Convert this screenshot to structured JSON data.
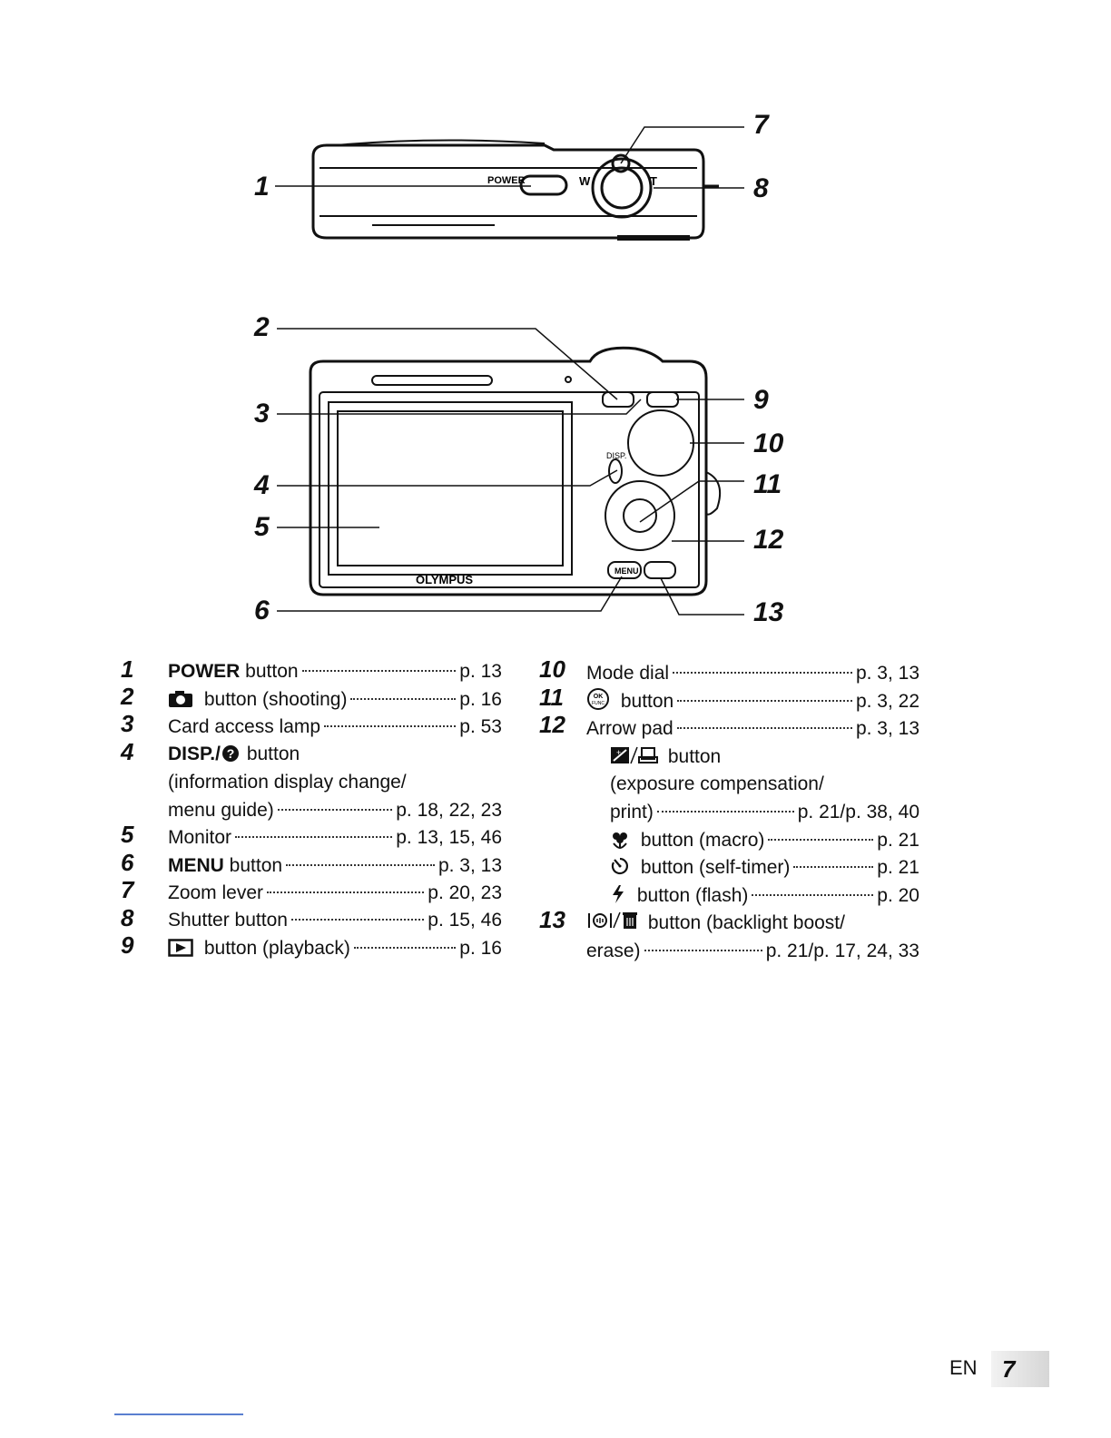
{
  "diagram": {
    "power_label": "POWER",
    "zoom_w": "W",
    "zoom_t": "T",
    "brand": "OLYMPUS",
    "disp_label": "DISP.",
    "menu_label": "MENU",
    "callouts": [
      "1",
      "2",
      "3",
      "4",
      "5",
      "6",
      "7",
      "8",
      "9",
      "10",
      "11",
      "12",
      "13"
    ]
  },
  "left_items": [
    {
      "num": "1",
      "label_bold": "POWER",
      "label": " button",
      "ref": "p. 13"
    },
    {
      "num": "2",
      "icon": "camera-icon",
      "label": " button (shooting)",
      "ref": "p. 16"
    },
    {
      "num": "3",
      "label": "Card access lamp",
      "ref": "p. 53"
    },
    {
      "num": "4",
      "label_bold": "DISP./",
      "icon": "help-icon",
      "label": " button"
    },
    {
      "line": "(information display change/"
    },
    {
      "label": "menu guide)",
      "ref": "p. 18, 22, 23"
    },
    {
      "num": "5",
      "label": "Monitor",
      "ref": "p. 13, 15, 46"
    },
    {
      "num": "6",
      "label_bold": "MENU",
      "label": " button",
      "ref": "p. 3, 13"
    },
    {
      "num": "7",
      "label": "Zoom lever",
      "ref": "p. 20, 23"
    },
    {
      "num": "8",
      "label": "Shutter button",
      "ref": "p. 15, 46"
    },
    {
      "num": "9",
      "icon": "playback-icon",
      "label": " button (playback)",
      "ref": "p. 16"
    }
  ],
  "right_items": [
    {
      "num": "10",
      "label": "Mode dial",
      "ref": "p. 3, 13"
    },
    {
      "num": "11",
      "icon": "ok-func-icon",
      "label": " button",
      "ref": "p. 3, 22"
    },
    {
      "num": "12",
      "label": "Arrow pad",
      "ref": "p. 3, 13"
    },
    {
      "icon": "exposure-print-icon",
      "label": " button"
    },
    {
      "line": "(exposure compensation/"
    },
    {
      "label": "print)",
      "ref": "p. 21/p. 38, 40"
    },
    {
      "icon": "macro-icon",
      "label": " button (macro)",
      "ref": "p. 21"
    },
    {
      "icon": "self-timer-icon",
      "label": " button (self-timer)",
      "ref": "p. 21"
    },
    {
      "icon": "flash-icon",
      "label": " button (flash)",
      "ref": "p. 20"
    },
    {
      "num": "13",
      "icon": "backlight-erase-icon",
      "label": " button (backlight boost/"
    },
    {
      "label": "erase)",
      "ref": "p. 21/p. 17, 24, 33"
    }
  ],
  "footer": {
    "lang": "EN",
    "page": "7"
  }
}
